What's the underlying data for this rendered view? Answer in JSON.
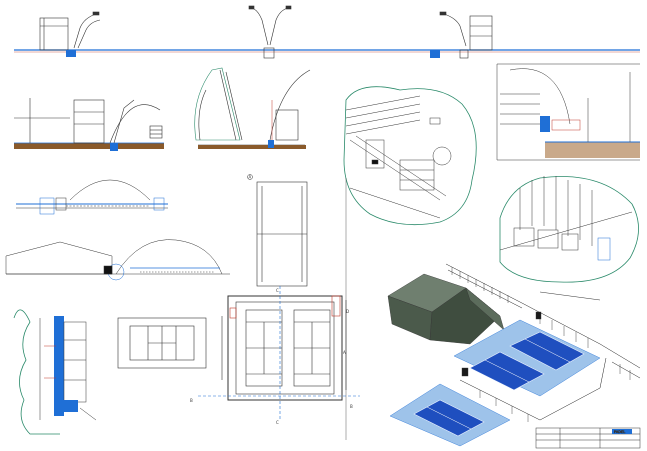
{
  "sheet": {
    "background": "#ffffff",
    "line_color": "#333333",
    "accent_blue": "#1f6fd6",
    "court_blue": "#1f4fbf",
    "court_surround": "#9ec3ea",
    "section_marks": [
      "A",
      "A",
      "B",
      "B",
      "C",
      "C",
      "D"
    ],
    "title_block_logo": "PADEL"
  }
}
